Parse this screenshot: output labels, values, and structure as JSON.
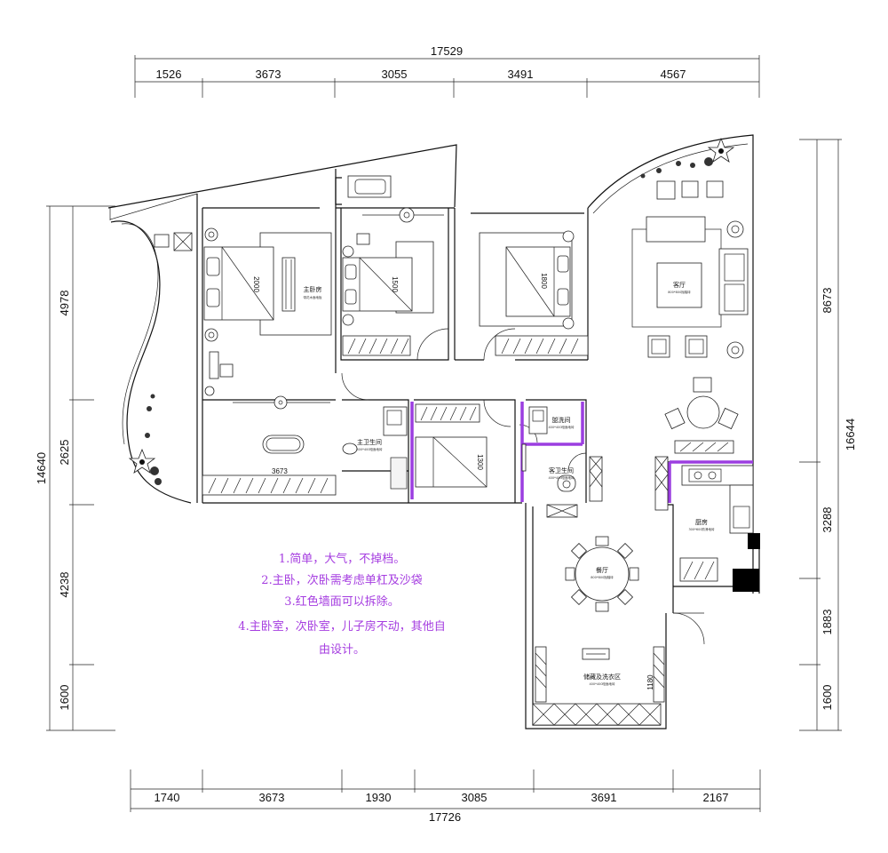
{
  "dimensions": {
    "top_total": "17529",
    "top": [
      "1526",
      "3673",
      "3055",
      "3491",
      "4567"
    ],
    "bottom_total": "17726",
    "bottom": [
      "1740",
      "3673",
      "1930",
      "3085",
      "3691",
      "2167"
    ],
    "left_total": "14640",
    "left": [
      "4978",
      "2625",
      "4238",
      "1600"
    ],
    "right_total": "16644",
    "right": [
      "8673",
      "3288",
      "1883",
      "1600"
    ],
    "internal_bath_width": "3673",
    "internal_storage_width": "1180"
  },
  "rooms": {
    "master_bedroom": "主卧房",
    "master_bedroom_sub": "带花木面地板",
    "living_room": "客厅",
    "living_room_sub": "800*800抛釉砖",
    "master_bath": "主卫生间",
    "master_bath_sub": "400*400哑面地砖",
    "laundry": "盥洗间",
    "laundry_sub": "400*400哑面地砖",
    "guest_bath": "客卫生间",
    "guest_bath_sub": "400*400哑面地砖",
    "kitchen": "厨房",
    "kitchen_sub": "300*600防滑地砖",
    "dining_room": "餐厅",
    "dining_room_sub": "800*800抛釉砖",
    "storage": "储藏及洗衣区",
    "storage_sub": "400*400哑面地砖"
  },
  "beds": [
    "2000",
    "1500",
    "1800",
    "1300"
  ],
  "notes": [
    "1.简单，大气，不掉档。",
    "2.主卧，次卧需考虑单杠及沙袋",
    "3.红色墙面可以拆除。",
    "4.主卧室，次卧室，儿子房不动，其他自",
    "由设计。"
  ],
  "colors": {
    "annotation": "#a53de0",
    "removable_wall": "#9b3ee0",
    "line": "#111111"
  }
}
